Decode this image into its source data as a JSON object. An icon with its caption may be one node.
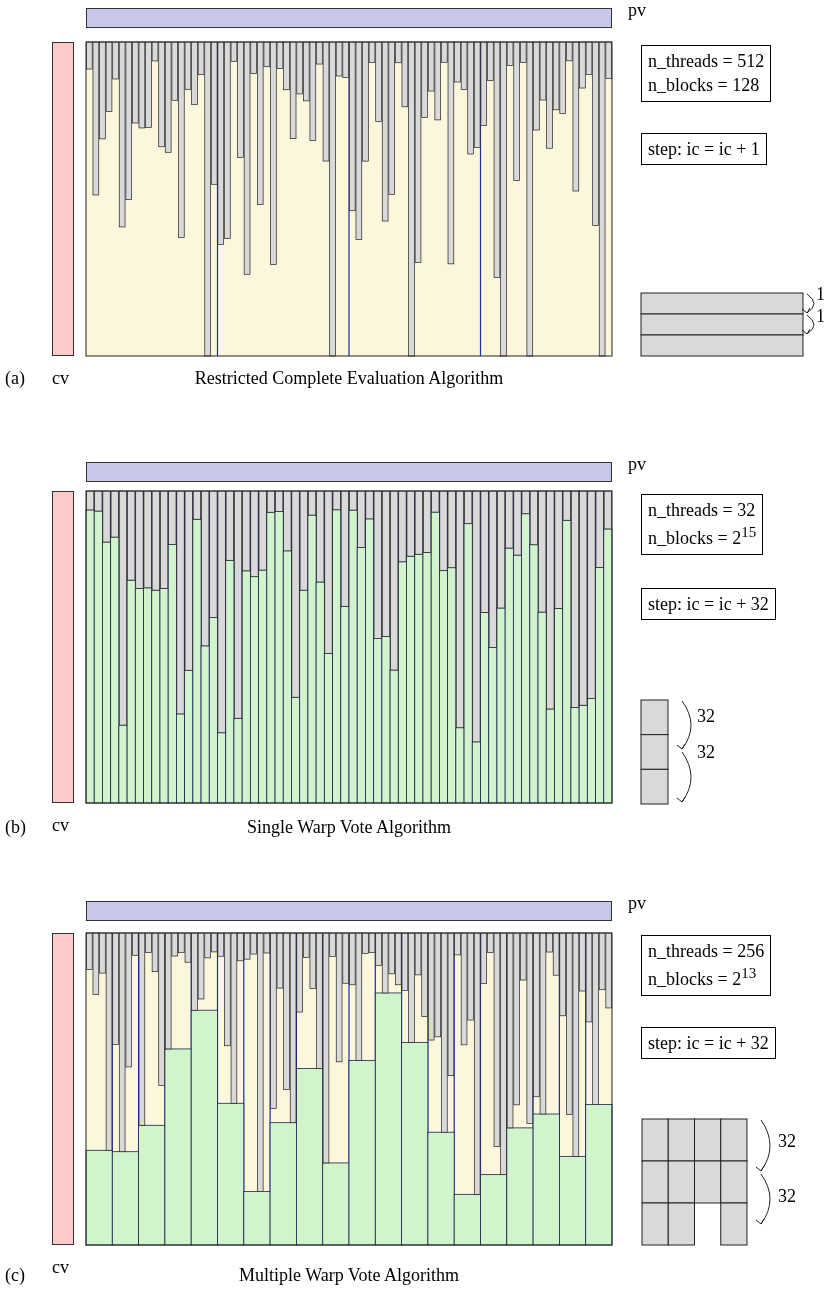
{
  "diagram": {
    "nodes": [
      {
        "text": [],
        "shape": "bar",
        "beside": [
          "pv"
        ]
      },
      {
        "text": [],
        "shape": "bar",
        "beside": [
          "cv"
        ]
      },
      {
        "text": [
          "n_threads = 512",
          "n_blocks = 128"
        ]
      },
      {
        "text": [
          "step: ic = ic + 1"
        ]
      },
      {
        "text": [],
        "shape": "bar",
        "beside": [
          "pv"
        ]
      },
      {
        "text": [],
        "shape": "bar",
        "beside": [
          "cv"
        ]
      },
      {
        "text": [
          "n_threads = 32",
          "n_blocks = 2$^{15}$"
        ]
      },
      {
        "text": [
          "step: ic = ic + 32"
        ]
      },
      {
        "text": [],
        "shape": "bar",
        "beside": [
          "pv"
        ]
      },
      {
        "text": [],
        "shape": "bar",
        "beside": [
          "cv"
        ]
      },
      {
        "text": [
          "n_threads = 256",
          "n_blocks = 2$^{13}$"
        ]
      },
      {
        "text": [
          "step: ic = ic + 32"
        ]
      }
    ],
    "labels": [
      "1",
      "1",
      "(a)",
      "Restricted Complete Evaluation Algorithm",
      "32",
      "32",
      "(b)",
      "Single Warp Vote Algorithm",
      "32",
      "32",
      "(c)",
      "Multiple Warp Vote Algorithm"
    ]
  }
}
